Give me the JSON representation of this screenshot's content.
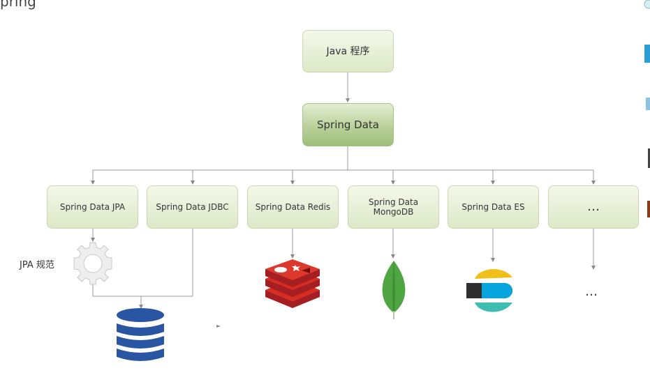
{
  "header_fragment": "pring",
  "nodes": {
    "java": "Java 程序",
    "spring_data": "Spring Data",
    "jpa": "Spring Data JPA",
    "jdbc": "Spring Data JDBC",
    "redis": "Spring Data Redis",
    "mongodb_line1": "Spring Data",
    "mongodb_line2": "MongoDB",
    "es": "Spring Data ES",
    "more": "…"
  },
  "labels": {
    "jpa_spec": "JPA 规范",
    "more_bottom": "…"
  },
  "icons": [
    "gear-icon",
    "database-icon",
    "redis-icon",
    "mongodb-icon",
    "elasticsearch-icon"
  ]
}
